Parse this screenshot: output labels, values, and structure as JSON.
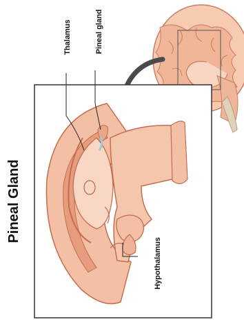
{
  "diagram": {
    "title": "Pineal Gland",
    "labels": {
      "thalamus": "Thalamus",
      "pineal_gland": "Pineal gland",
      "hypothalamus": "Hypothalamus"
    },
    "colors": {
      "tissue": "#f3c0a5",
      "tissue_dark": "#e89c7e",
      "tissue_light": "#f8d8c4",
      "outline": "#c56c4e",
      "frame": "#333333",
      "arrow": "#4b4b4b"
    }
  }
}
